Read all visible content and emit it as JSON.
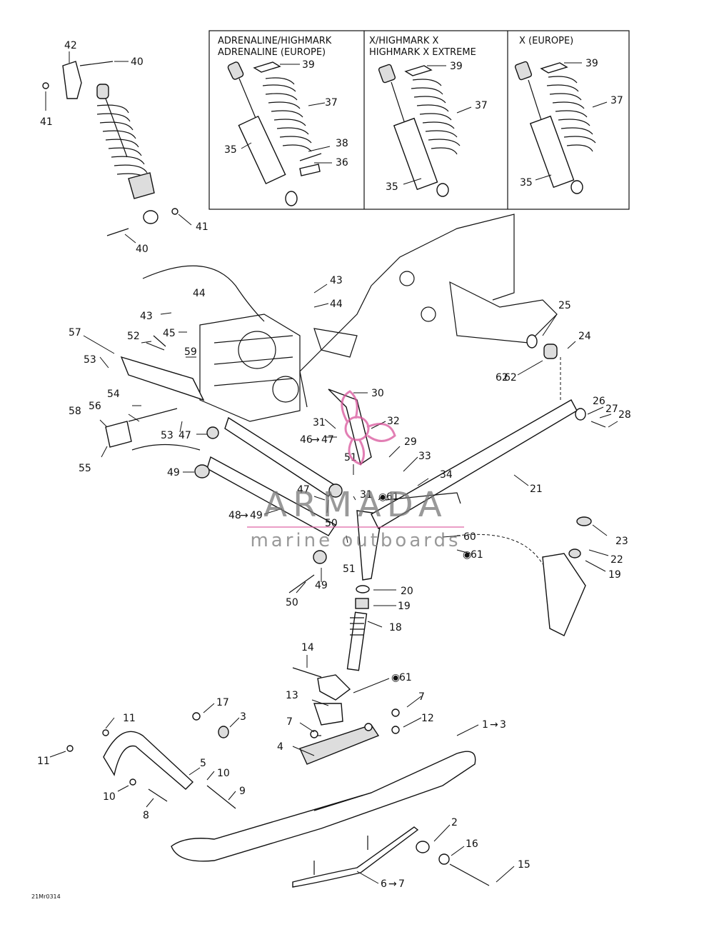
{
  "inset": {
    "columns": [
      {
        "line1": "ADRENALINE/HIGHMARK",
        "line2": "ADRENALINE (EUROPE)"
      },
      {
        "line1": "X/HIGHMARK X",
        "line2": "HIGHMARK X EXTREME"
      },
      {
        "line1": "X (EUROPE)",
        "line2": ""
      }
    ]
  },
  "callouts": {
    "c42": "42",
    "c40a": "40",
    "c41a": "41",
    "c41b": "41",
    "c40b": "40",
    "i39a": "39",
    "i37a": "37",
    "i35a": "35",
    "i38a": "38",
    "i36a": "36",
    "i39b": "39",
    "i37b": "37",
    "i35b": "35",
    "i39c": "39",
    "i37c": "37",
    "i35c": "35",
    "c43a": "43",
    "c44a": "44",
    "c43b": "43",
    "c44b": "44",
    "c45": "45",
    "c52": "52",
    "c57": "57",
    "c53a": "53",
    "c59": "59",
    "c54": "54",
    "c56": "56",
    "c58": "58",
    "c53b": "53",
    "c47a": "47",
    "c55": "55",
    "c49a": "49",
    "c25": "25",
    "c24": "24",
    "c62": "62",
    "c30": "30",
    "c31a": "31",
    "c32": "32",
    "c46": "46",
    "c47b": "47",
    "c29": "29",
    "c33": "33",
    "c51a": "51",
    "c34": "34",
    "c21": "21",
    "c26": "26",
    "c27": "27",
    "c28": "28",
    "c47c": "47",
    "c31b": "31",
    "c61a": "61",
    "c48": "48",
    "c49b": "49",
    "c50a": "50",
    "c60": "60",
    "c61b": "61",
    "c51b": "51",
    "c23": "23",
    "c22": "22",
    "c19a": "19",
    "c50b": "50",
    "c49c": "49",
    "c20": "20",
    "c19b": "19",
    "c18": "18",
    "c14": "14",
    "c61c": "61",
    "c13": "13",
    "c7a": "7",
    "c7b": "7",
    "c12": "12",
    "c17": "17",
    "c3a": "3",
    "c11a": "11",
    "c11b": "11",
    "c4": "4",
    "c1": "1",
    "c3b": "3",
    "c5": "5",
    "c10a": "10",
    "c10b": "10",
    "c9": "9",
    "c8": "8",
    "c2": "2",
    "c16": "16",
    "c15": "15",
    "c6": "6",
    "c7c": "7"
  },
  "diagram_code": "21Mr0314",
  "watermark": {
    "brand": "ARMADA",
    "tagline": "marine outboards",
    "color": "#d9559b"
  }
}
